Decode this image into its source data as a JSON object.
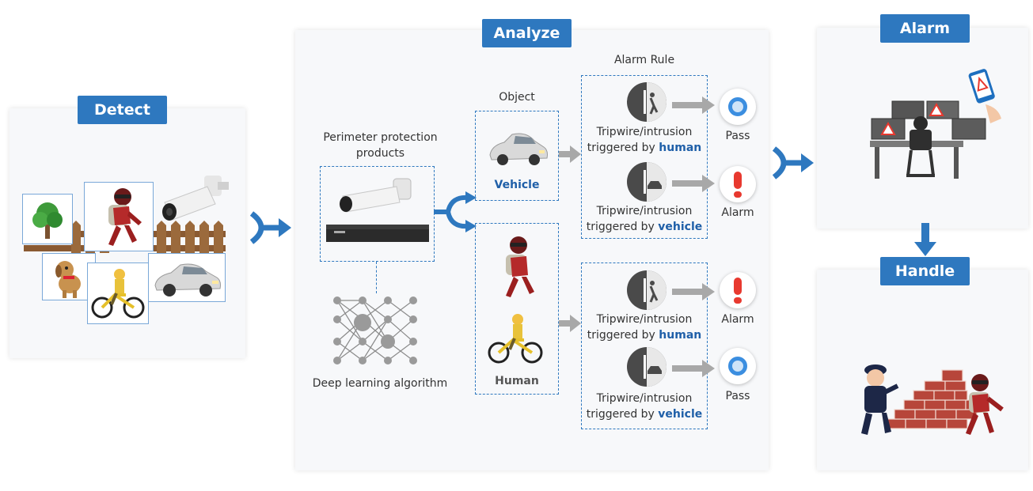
{
  "stages": {
    "detect": "Detect",
    "analyze": "Analyze",
    "alarm": "Alarm",
    "handle": "Handle"
  },
  "analyze": {
    "products_label": "Perimeter protection products",
    "algorithm_label": "Deep learning algorithm",
    "object_title": "Object",
    "alarm_rule_title": "Alarm Rule",
    "vehicle_label": "Vehicle",
    "human_label": "Human"
  },
  "rules": [
    {
      "prefix": "Tripwire/intrusion",
      "by": "triggered by ",
      "target": "human",
      "icon": "person-intrusion-icon",
      "result": "Pass"
    },
    {
      "prefix": "Tripwire/intrusion",
      "by": "triggered by ",
      "target": "vehicle",
      "icon": "vehicle-intrusion-icon",
      "result": "Alarm"
    },
    {
      "prefix": "Tripwire/intrusion",
      "by": "triggered by ",
      "target": "human",
      "icon": "person-intrusion-icon",
      "result": "Alarm"
    },
    {
      "prefix": "Tripwire/intrusion",
      "by": "triggered by ",
      "target": "vehicle",
      "icon": "vehicle-intrusion-icon",
      "result": "Pass"
    }
  ],
  "colors": {
    "accent": "#2e78bf",
    "alarm": "#e8392f",
    "pass": "#3b8ee0",
    "panel": "#f7f8fa"
  }
}
